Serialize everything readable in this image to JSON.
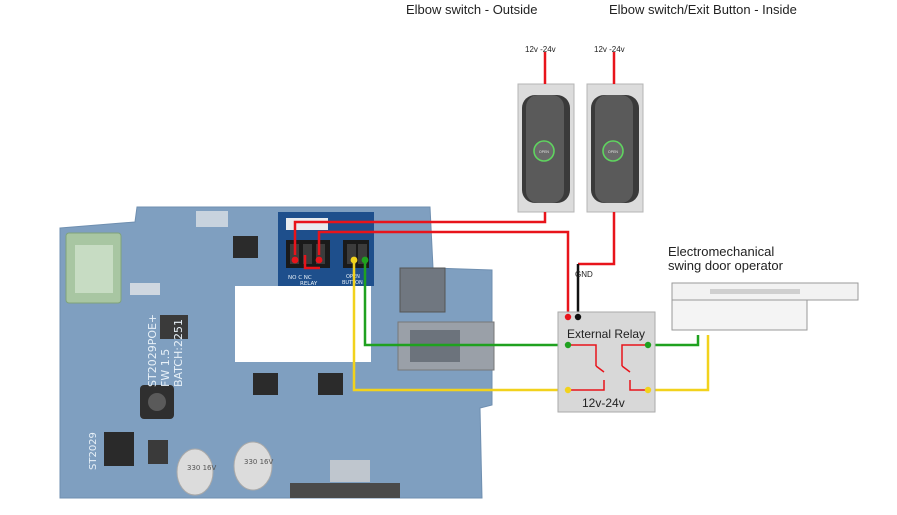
{
  "switches": {
    "outside": {
      "title": "Elbow switch - Outside",
      "voltage": "12v -24v",
      "button_text": "OPEN"
    },
    "inside": {
      "title": "Elbow switch/Exit Button - Inside",
      "voltage": "12v -24v",
      "button_text": "OPEN"
    }
  },
  "relay": {
    "title": "External Relay",
    "voltage": "12v-24v",
    "gnd_label": "GND"
  },
  "operator": {
    "title_line1": "Electromechanical",
    "title_line2": "swing door operator"
  },
  "board": {
    "model": "ST2029POE+",
    "firmware": "FW 1.5",
    "batch": "BATCH:2251",
    "side_label": "ST2029",
    "relay_terminal": "NO  C  NC",
    "relay_label": "RELAY",
    "open_button_label": "OPEN",
    "open_button_label2": "BUTTON",
    "cap1": "330 16V",
    "cap2": "330 16V"
  },
  "wire_colors": {
    "red": "#e8141b",
    "black": "#111111",
    "green": "#1fa11f",
    "yellow": "#f2d21c"
  }
}
